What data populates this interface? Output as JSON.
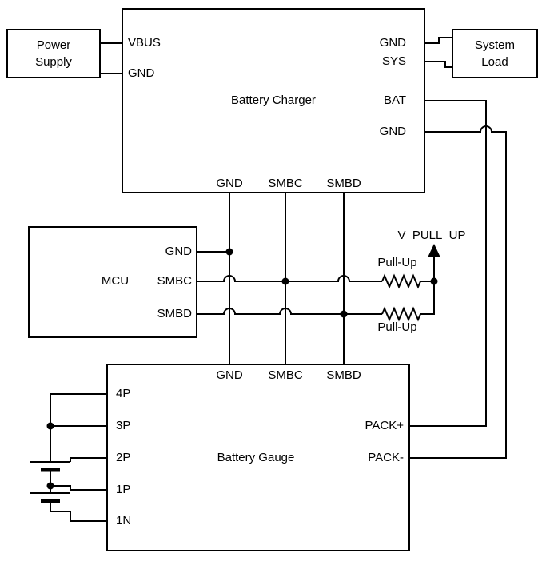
{
  "blocks": {
    "power_supply": {
      "label": "Power\nSupply"
    },
    "system_load": {
      "label": "System\nLoad"
    },
    "battery_charger": {
      "title": "Battery Charger",
      "pins_left": [
        "VBUS",
        "GND"
      ],
      "pins_right": [
        "GND",
        "SYS",
        "BAT",
        "GND"
      ],
      "pins_bottom": [
        "GND",
        "SMBC",
        "SMBD"
      ]
    },
    "mcu": {
      "title": "MCU",
      "pins_right": [
        "GND",
        "SMBC",
        "SMBD"
      ]
    },
    "battery_gauge": {
      "title": "Battery Gauge",
      "pins_top": [
        "GND",
        "SMBC",
        "SMBD"
      ],
      "pins_left": [
        "4P",
        "3P",
        "2P",
        "1P",
        "1N"
      ],
      "pins_right": [
        "PACK+",
        "PACK-"
      ]
    }
  },
  "nets": {
    "v_pull_up": "V_PULL_UP",
    "pull_up_resistor_top": "Pull-Up",
    "pull_up_resistor_bottom": "Pull-Up"
  },
  "colors": {
    "wire": "#000000",
    "box_border": "#000000",
    "background": "#ffffff",
    "text": "#000000"
  }
}
